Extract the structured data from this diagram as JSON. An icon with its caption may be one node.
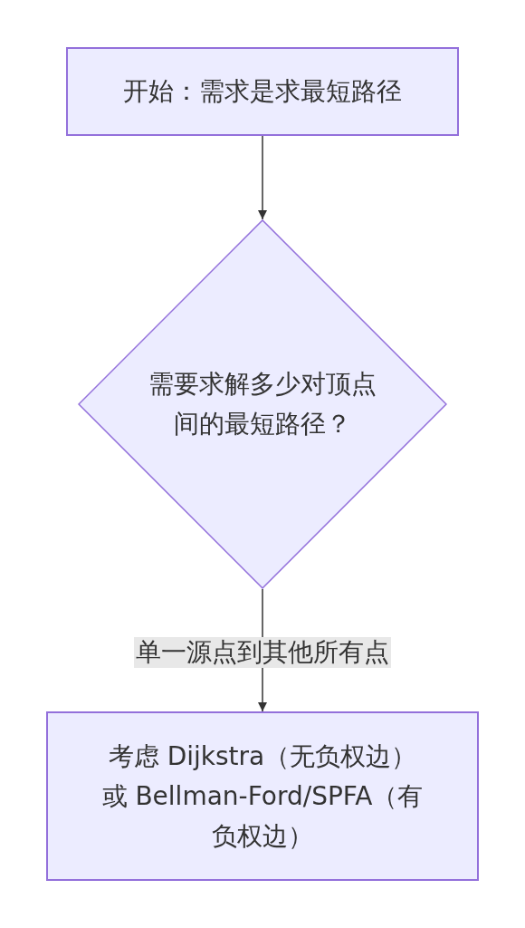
{
  "diagram": {
    "nodes": [
      {
        "text": [
          "开始：需求是求最短路径"
        ]
      },
      {
        "text": [
          "需要求解多少对顶点间的最短路径？"
        ]
      },
      {
        "text": [
          "考虑 Dijkstra（无负权边）或 Bellman-Ford/SPFA（有负权边）"
        ]
      }
    ],
    "edges": [
      {
        "from": 0,
        "to": 1,
        "arrow": "to"
      },
      {
        "from": 1,
        "to": 2,
        "arrow": "to",
        "label": "单一源点到其他所有点"
      }
    ]
  }
}
